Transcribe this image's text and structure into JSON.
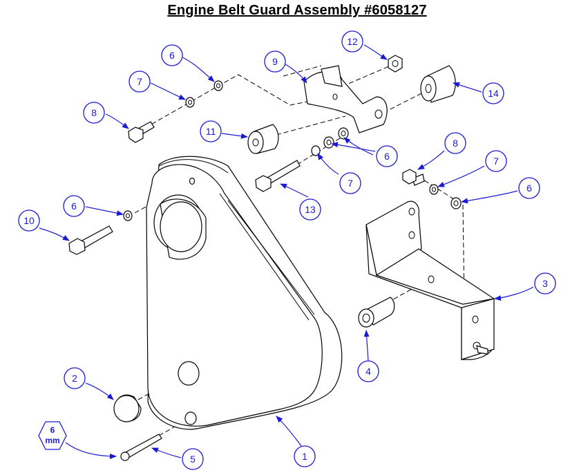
{
  "title": "Engine Belt Guard Assembly #6058127",
  "hex_label": {
    "top": "6",
    "bottom": "mm"
  },
  "callouts": [
    "6",
    "7",
    "8",
    "9",
    "12",
    "14",
    "11",
    "6",
    "7",
    "8",
    "7",
    "6",
    "13",
    "10",
    "6",
    "3",
    "4",
    "2",
    "5",
    "1"
  ],
  "colors": {
    "callout": "#1a1ad4",
    "line": "#000000"
  }
}
